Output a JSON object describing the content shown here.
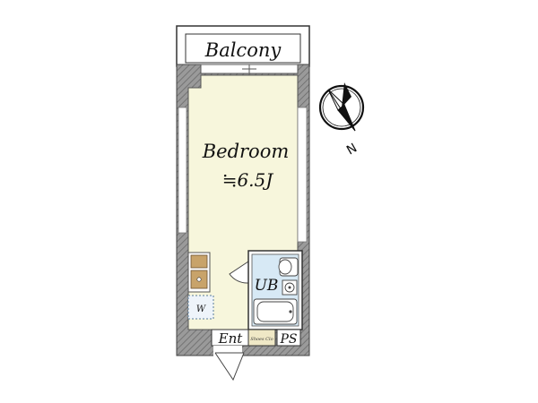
{
  "floorplan": {
    "balcony": "Balcony",
    "bedroom": "Bedroom",
    "bedroom_size": "≒6.5J",
    "unit_bath": "UB",
    "washer": "W",
    "entrance": "Ent",
    "shoes_closet": "Shoes Clo",
    "pipe_space": "PS",
    "compass_north": "N"
  },
  "colors": {
    "wall_hatch": "#8a8a8a",
    "room_fill": "#f7f6dc",
    "bath_fill": "#d7e9f5",
    "kitchen_fill": "#c8a36a",
    "shoes_fill": "#efe8c6"
  }
}
